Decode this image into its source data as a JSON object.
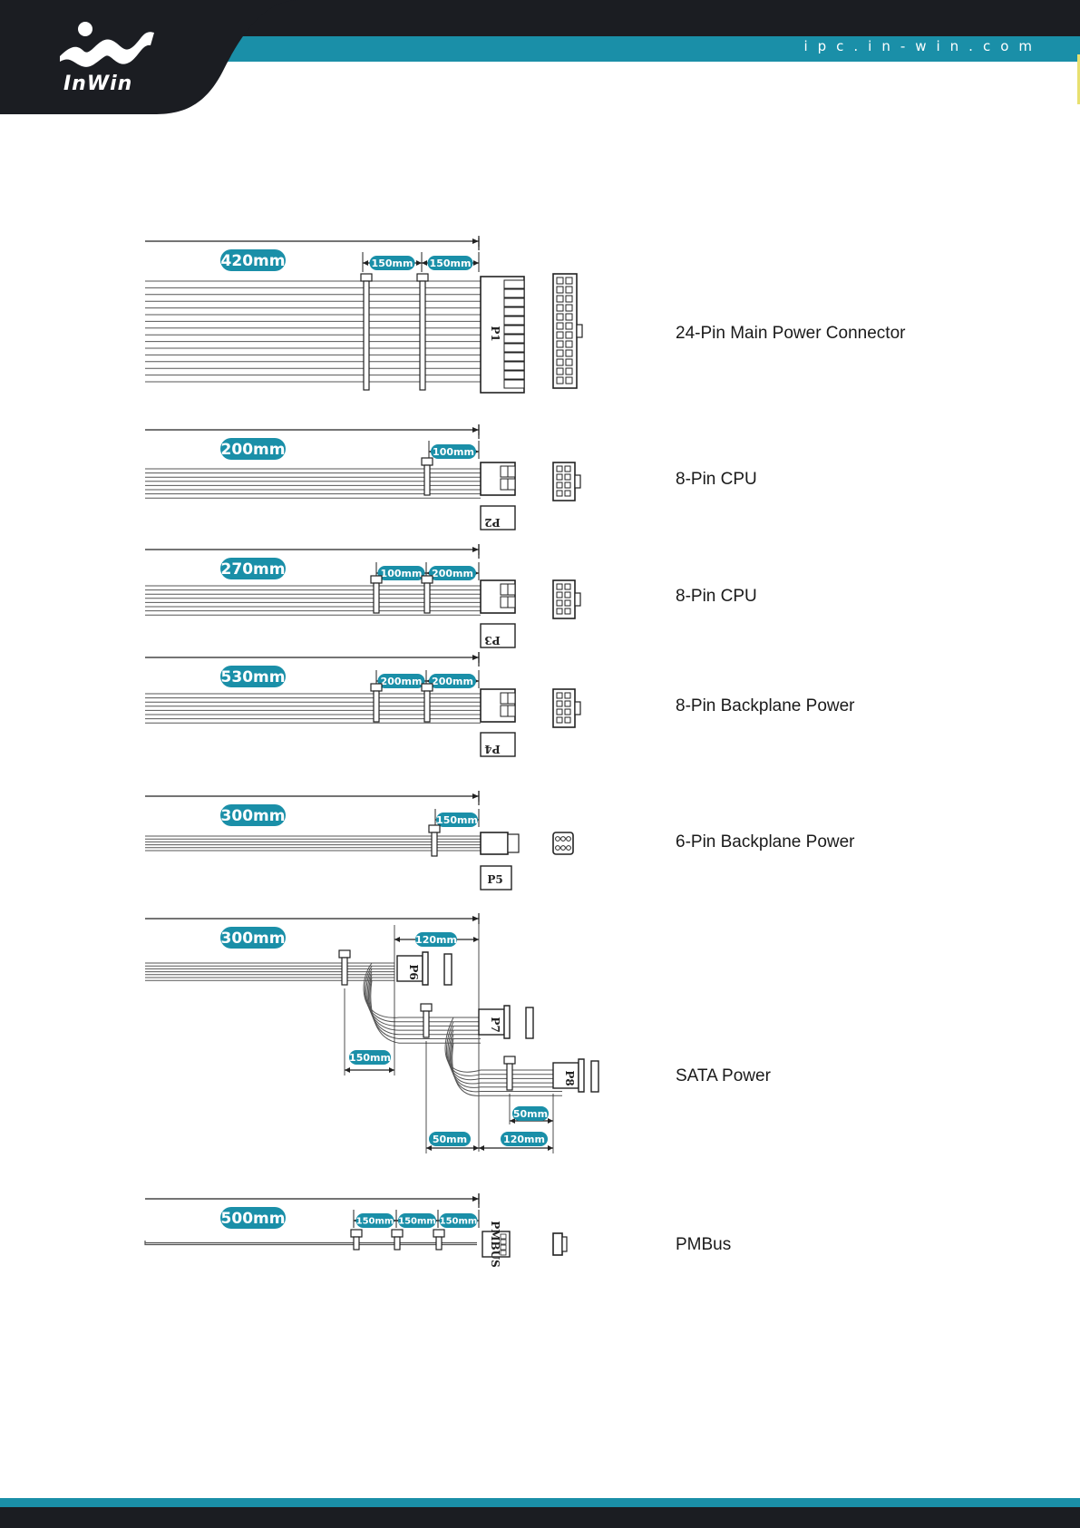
{
  "header": {
    "brand_name": "InWin",
    "site_url": "ipc.in-win.com",
    "colors": {
      "dark": "#1b1d22",
      "teal": "#1a8fa8"
    }
  },
  "connectors": [
    {
      "id": "p1",
      "label": "24-Pin Main Power Connector",
      "plug": "P1",
      "length": "420mm",
      "segments": [
        "150mm",
        "150mm"
      ]
    },
    {
      "id": "p2",
      "label": "8-Pin CPU",
      "plug": "P2",
      "length": "200mm",
      "segments": [
        "100mm"
      ]
    },
    {
      "id": "p3",
      "label": "8-Pin CPU",
      "plug": "P3",
      "length": "270mm",
      "segments": [
        "100mm",
        "200mm"
      ]
    },
    {
      "id": "p4",
      "label": "8-Pin Backplane Power",
      "plug": "P4",
      "length": "530mm",
      "segments": [
        "200mm",
        "200mm"
      ]
    },
    {
      "id": "p5",
      "label": "6-Pin Backplane Power",
      "plug": "P5",
      "length": "300mm",
      "segments": [
        "150mm"
      ]
    },
    {
      "id": "sata",
      "label": "SATA Power",
      "plugs": [
        "P6",
        "P7",
        "P8"
      ],
      "length": "300mm",
      "segments": [
        "120mm",
        "150mm",
        "50mm",
        "120mm",
        "50mm"
      ]
    },
    {
      "id": "pmbus",
      "label": "PMBus",
      "plug": "PMBUS",
      "length": "500mm",
      "segments": [
        "150mm",
        "150mm",
        "150mm"
      ]
    }
  ]
}
